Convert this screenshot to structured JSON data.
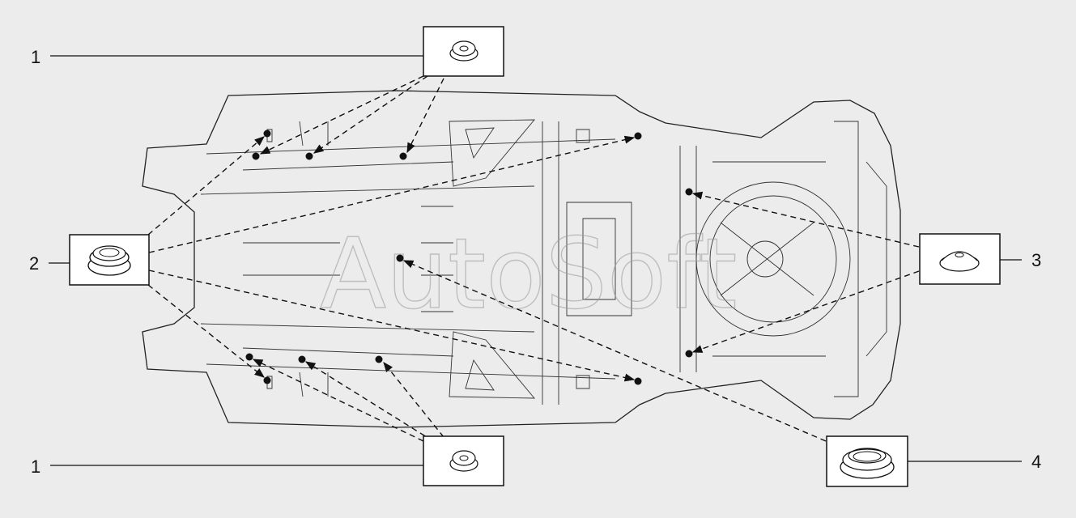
{
  "diagram": {
    "watermark": "AutoSoft",
    "callouts": [
      {
        "id": "1-top",
        "label": "1",
        "part": "small-plug"
      },
      {
        "id": "2",
        "label": "2",
        "part": "medium-grommet"
      },
      {
        "id": "3",
        "label": "3",
        "part": "flat-plug"
      },
      {
        "id": "1-bottom",
        "label": "1",
        "part": "small-plug"
      },
      {
        "id": "4",
        "label": "4",
        "part": "large-grommet"
      }
    ],
    "colors": {
      "background": "#ececec",
      "line": "#111111",
      "box_fill": "#ffffff",
      "watermark": "#9a9a9a"
    }
  }
}
